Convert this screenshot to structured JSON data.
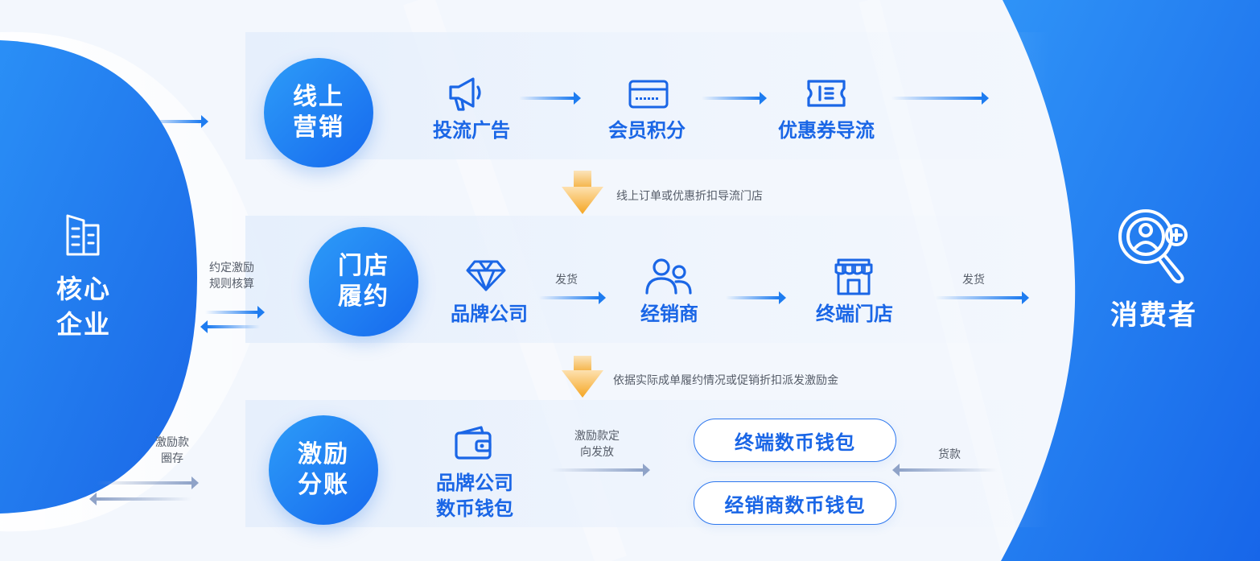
{
  "core": {
    "title_line1": "核心",
    "title_line2": "企业",
    "icon": "building-document-icon"
  },
  "consumer": {
    "title": "消费者",
    "icon": "user-search-add-icon"
  },
  "left_notes": {
    "rules_line1": "约定激励",
    "rules_line2": "规则核算",
    "escrow_line1": "激励款",
    "escrow_line2": "圈存"
  },
  "rows": {
    "online": {
      "title_line1": "线上",
      "title_line2": "营销",
      "nodes": [
        {
          "label": "投流广告",
          "icon": "megaphone-icon"
        },
        {
          "label": "会员积分",
          "icon": "member-card-icon"
        },
        {
          "label": "优惠券导流",
          "icon": "coupon-icon"
        }
      ]
    },
    "store": {
      "title_line1": "门店",
      "title_line2": "履约",
      "nodes": [
        {
          "label": "品牌公司",
          "icon": "diamond-icon"
        },
        {
          "label": "经销商",
          "icon": "people-icon"
        },
        {
          "label": "终端门店",
          "icon": "storefront-icon"
        }
      ],
      "ship_label_1": "发货",
      "ship_label_2": "发货"
    },
    "incentive": {
      "title_line1": "激励",
      "title_line2": "分账",
      "wallet_line1": "品牌公司",
      "wallet_line2": "数币钱包",
      "wallet_icon": "wallet-icon",
      "directed_line1": "激励款定",
      "directed_line2": "向发放",
      "pill_terminal": "终端数币钱包",
      "pill_dealer": "经销商数币钱包",
      "payment_label": "货款"
    }
  },
  "transitions": {
    "online_to_store": "线上订单或优惠折扣导流门店",
    "store_to_incentive": "依据实际成单履约情况或促销折扣派发激励金"
  },
  "colors": {
    "primary": "#1a66e6",
    "circle_start": "#2d9cf8",
    "circle_end": "#1669ee",
    "down_arrow": "#f7b23c"
  }
}
